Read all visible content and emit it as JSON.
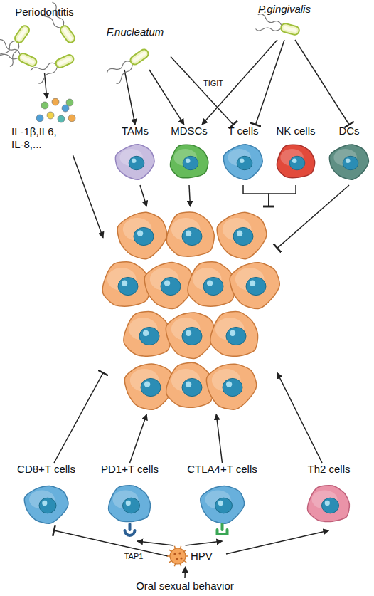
{
  "diagram": {
    "nodes": [
      {
        "text": [
          "Periodontitis"
        ]
      },
      {
        "text": [
          "F.nucleatum"
        ]
      },
      {
        "text": [
          "P.gingivalis"
        ]
      },
      {
        "text": [
          "IL-1β,IL6, IL-8,..."
        ]
      },
      {
        "text": [
          "TAMs"
        ]
      },
      {
        "text": [
          "MDSCs"
        ]
      },
      {
        "text": [
          "T cells"
        ]
      },
      {
        "text": [
          "NK cells"
        ]
      },
      {
        "text": [
          "DCs"
        ]
      },
      {
        "text": []
      },
      {
        "text": [
          "CD8+T cells"
        ]
      },
      {
        "text": [
          "PD1+T cells"
        ]
      },
      {
        "text": [
          "CTLA4+T cells"
        ]
      },
      {
        "text": [
          "Th2 cells"
        ]
      },
      {
        "text": [
          "HPV"
        ]
      },
      {
        "text": [
          "Oral sexual behavior"
        ]
      }
    ],
    "edges": [
      {
        "from": 0,
        "to": 3,
        "arrow": "to"
      },
      {
        "from": 1,
        "to": 4,
        "arrow": "to"
      },
      {
        "from": 1,
        "to": 5,
        "arrow": "to"
      },
      {
        "from": 1,
        "to": 6,
        "label": "TIGIT",
        "arrow": "to"
      },
      {
        "from": 2,
        "to": 5,
        "arrow": "to"
      },
      {
        "from": 2,
        "to": 6,
        "arrow": "to"
      },
      {
        "from": 2,
        "to": 8,
        "arrow": "to"
      },
      {
        "from": 3,
        "to": 9,
        "arrow": "to"
      },
      {
        "from": 4,
        "to": 9,
        "arrow": "to"
      },
      {
        "from": 5,
        "to": 9,
        "arrow": "to"
      },
      {
        "from": 6,
        "to": 9,
        "arrow": "to"
      },
      {
        "from": 7,
        "to": 9,
        "arrow": "to"
      },
      {
        "from": 8,
        "to": 9,
        "arrow": "to"
      },
      {
        "from": 10,
        "to": 9,
        "arrow": "to"
      },
      {
        "from": 11,
        "to": 9,
        "arrow": "to"
      },
      {
        "from": 12,
        "to": 9,
        "arrow": "to"
      },
      {
        "from": 13,
        "to": 9,
        "arrow": "to"
      },
      {
        "from": 14,
        "to": 10,
        "label": "TAP1",
        "arrow": "to"
      },
      {
        "from": 14,
        "to": 11,
        "arrow": "to"
      },
      {
        "from": 14,
        "to": 12,
        "arrow": "to"
      },
      {
        "from": 14,
        "to": 13,
        "arrow": "to"
      },
      {
        "from": 15,
        "to": 14,
        "arrow": "to"
      }
    ]
  }
}
